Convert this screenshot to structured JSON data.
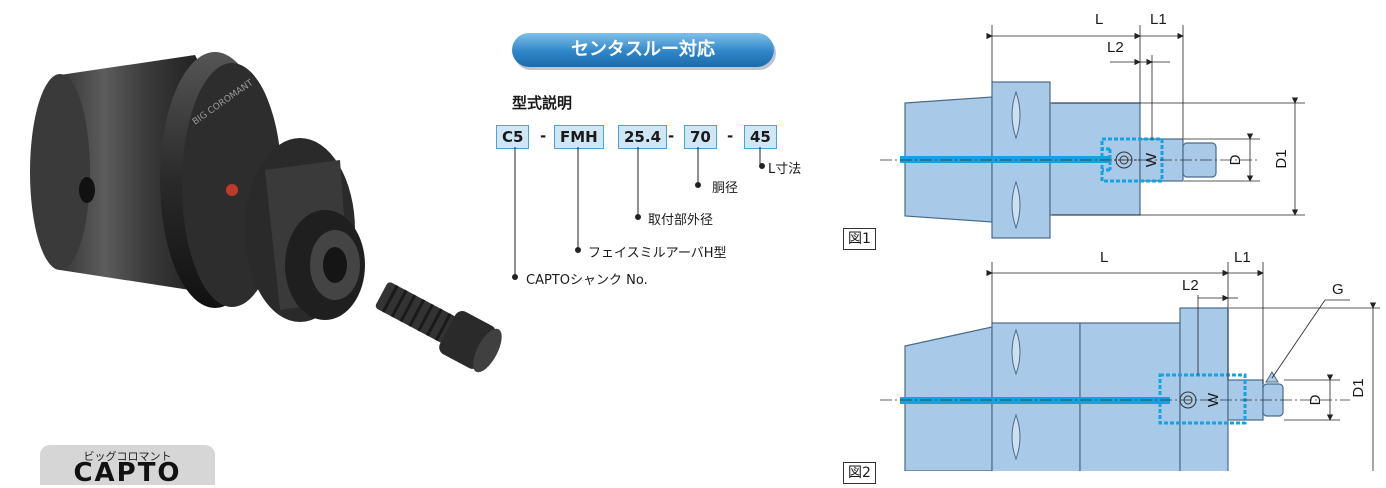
{
  "capto": {
    "ruby": "ビッグコロマント",
    "word": "CAPTO"
  },
  "badge": {
    "center_through": "センタスルー対応"
  },
  "model": {
    "heading": "型式説明",
    "codes": [
      "C5",
      "FMH",
      "25.4",
      "70",
      "45"
    ],
    "dash": "-",
    "explanations": {
      "l_dim": "L寸法",
      "body_dia": "胴径",
      "mount_od": "取付部外径",
      "face_mill": "フェイスミルアーバH型",
      "shank": "CAPTOシャンク No."
    }
  },
  "figures": {
    "fig1": "図1",
    "fig2": "図2"
  },
  "dims": {
    "L": "L",
    "L1": "L1",
    "L2": "L2",
    "D": "D",
    "D1": "D1",
    "W": "W",
    "G": "G"
  },
  "colors": {
    "part_fill": "#a9c9e8",
    "part_stroke": "#4a6a88",
    "coolant": "#14a3e0",
    "code_box_fill": "#cfe6f5",
    "code_box_border": "#4aa3dc",
    "pill": "#2f86c8"
  }
}
